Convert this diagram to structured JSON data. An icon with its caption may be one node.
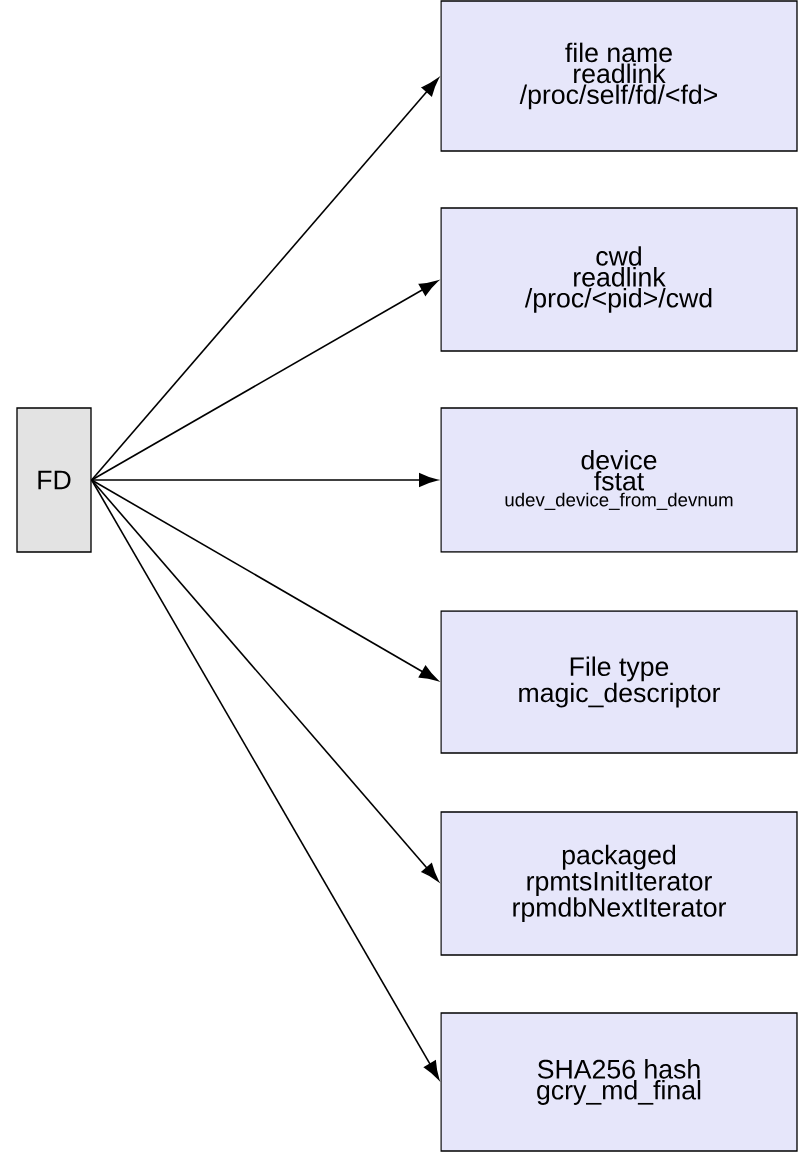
{
  "diagram": {
    "nodes": [
      {
        "text": [
          "FD"
        ]
      },
      {
        "text": [
          "file name",
          "readlink",
          "/proc/self/fd/<fd>"
        ]
      },
      {
        "text": [
          "cwd",
          "readlink",
          "/proc/<pid>/cwd"
        ]
      },
      {
        "text": [
          "device",
          "fstat",
          "udev_device_from_devnum"
        ]
      },
      {
        "text": [
          "File type",
          "magic_descriptor"
        ]
      },
      {
        "text": [
          "packaged",
          "rpmtsInitIterator",
          "rpmdbNextIterator"
        ]
      },
      {
        "text": [
          "SHA256 hash",
          "gcry_md_final"
        ]
      }
    ],
    "edges": [
      {
        "from": 0,
        "to": 1,
        "arrow": "to"
      },
      {
        "from": 0,
        "to": 2,
        "arrow": "to"
      },
      {
        "from": 0,
        "to": 3,
        "arrow": "to"
      },
      {
        "from": 0,
        "to": 4,
        "arrow": "to"
      },
      {
        "from": 0,
        "to": 5,
        "arrow": "to"
      },
      {
        "from": 0,
        "to": 6,
        "arrow": "to"
      }
    ]
  }
}
